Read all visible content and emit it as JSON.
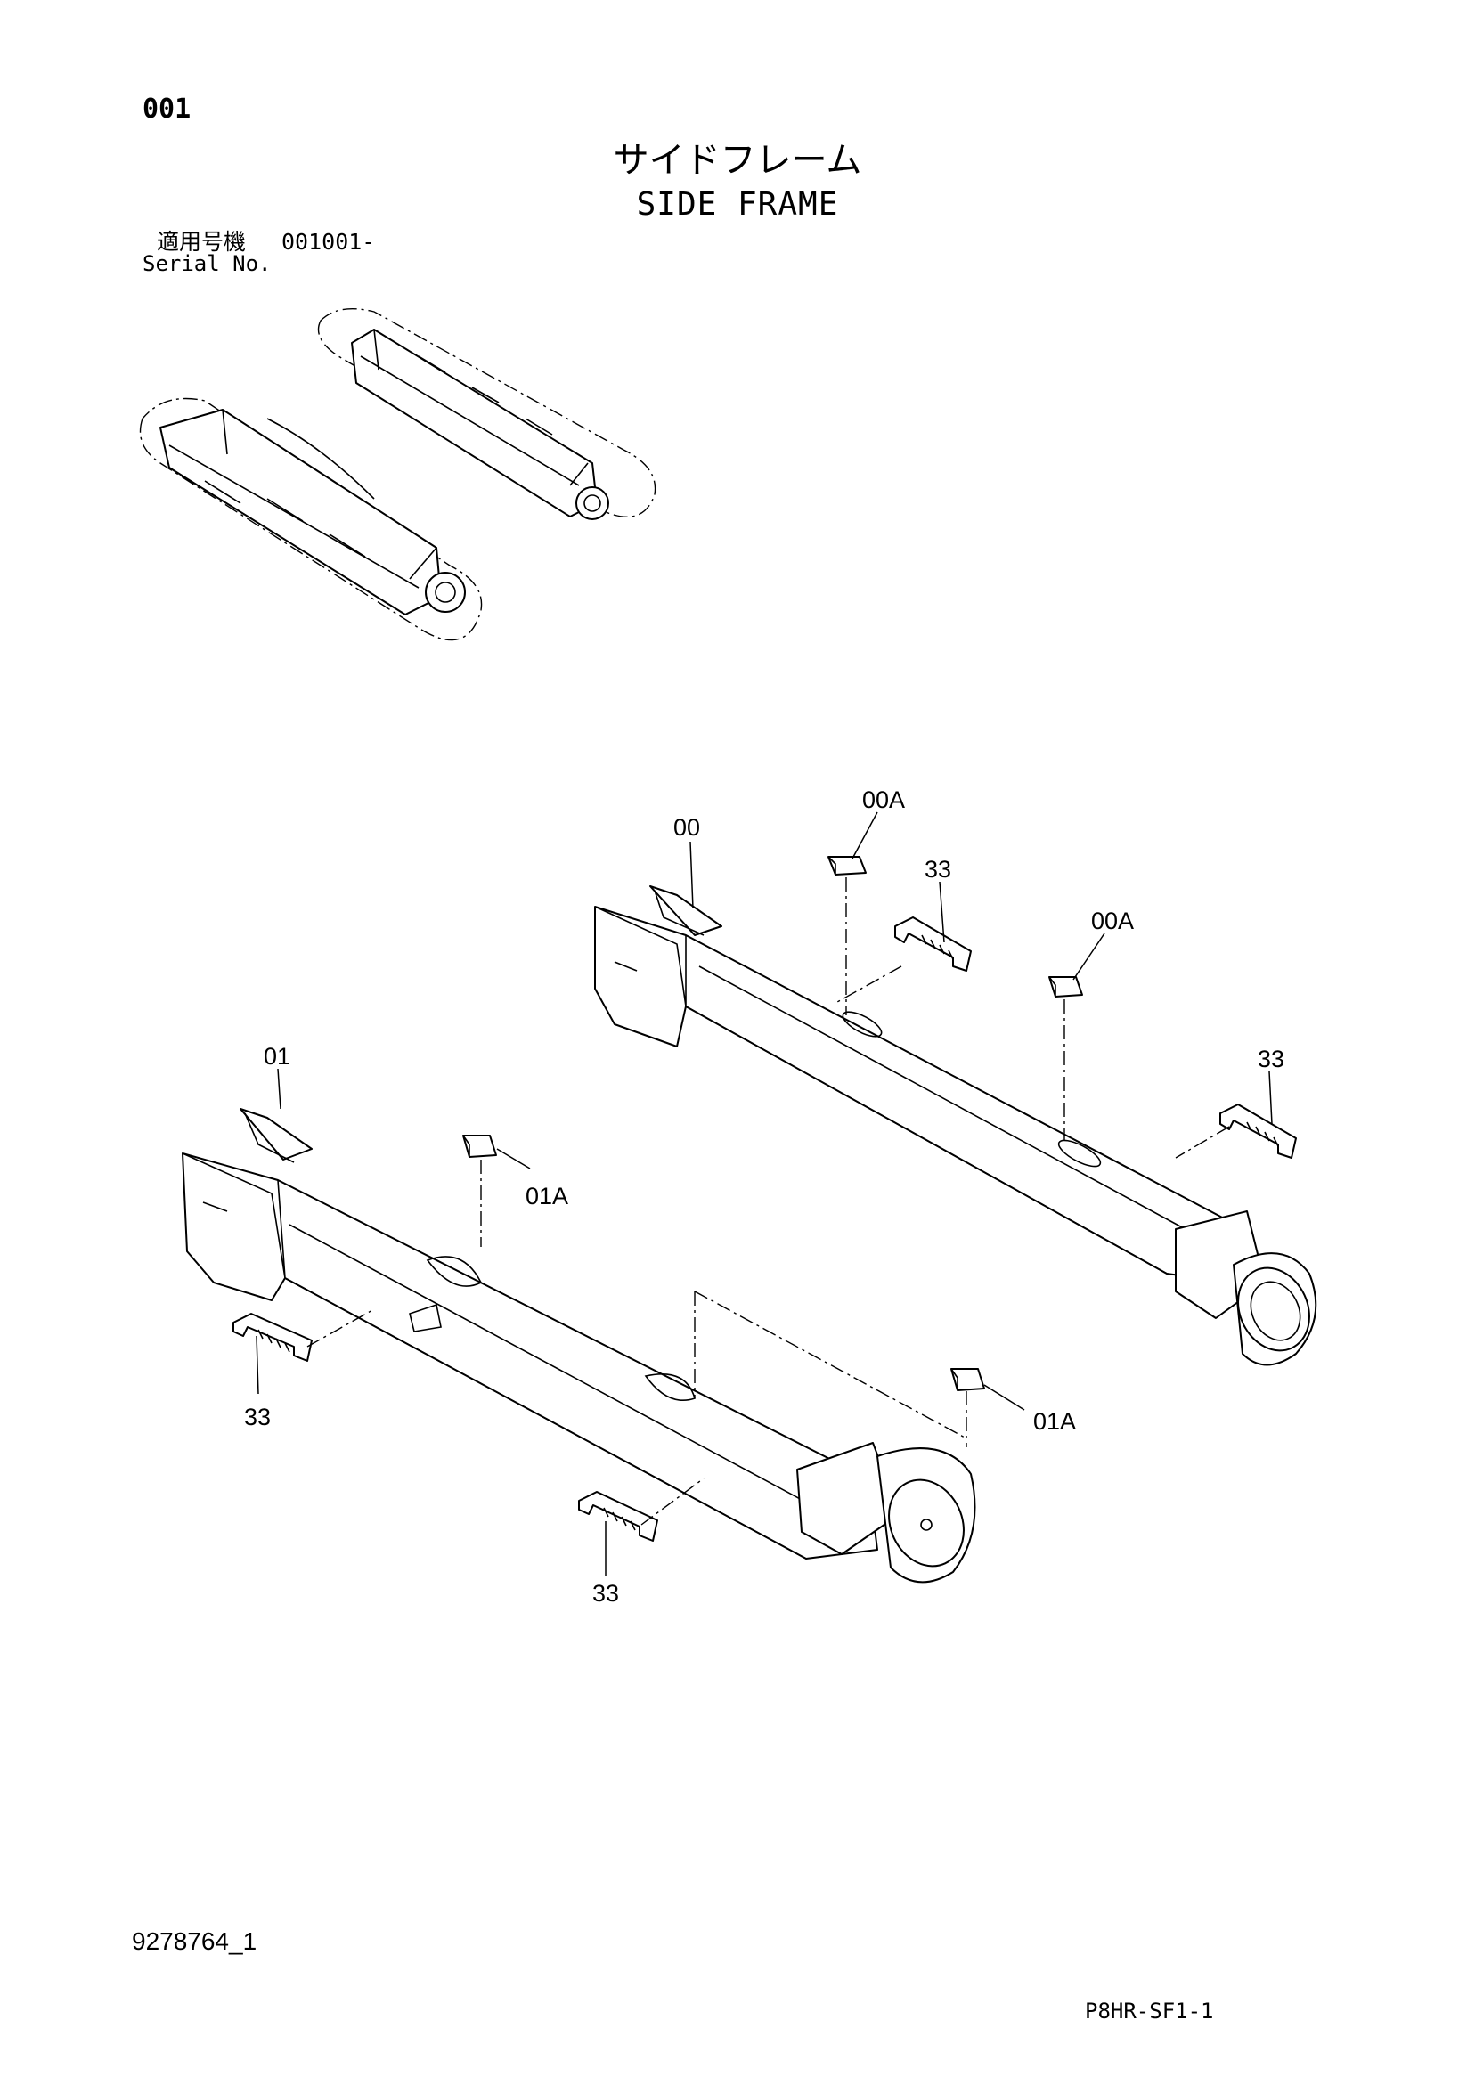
{
  "header": {
    "page_number": "001",
    "title_ja": "サイドフレーム",
    "title_en": "SIDE FRAME"
  },
  "serial": {
    "label_ja": "適用号機",
    "number": "001001-",
    "label_en": "Serial No."
  },
  "callouts": {
    "c00": "00",
    "c00A_1": "00A",
    "c33_1": "33",
    "c00A_2": "00A",
    "c33_2": "33",
    "c01": "01",
    "c01A_1": "01A",
    "c33_3": "33",
    "c01A_2": "01A",
    "c33_4": "33"
  },
  "footer": {
    "doc_id": "9278764_1",
    "sheet_code": "P8HR-SF1-1"
  }
}
